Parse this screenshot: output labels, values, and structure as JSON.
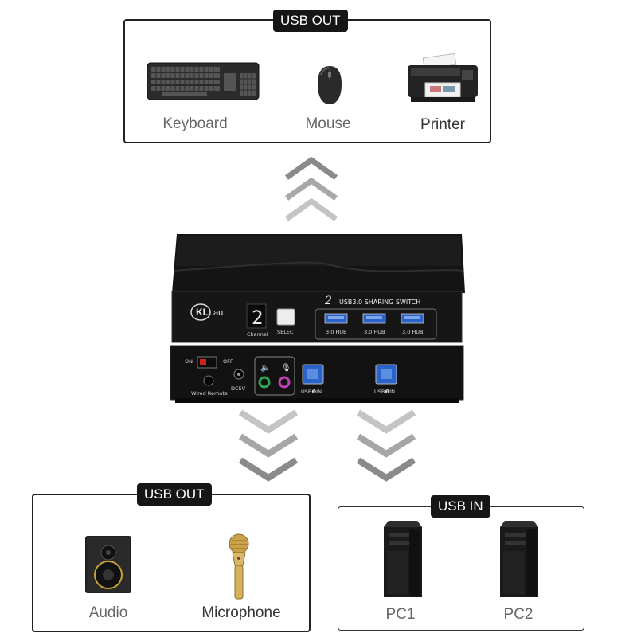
{
  "top_box": {
    "tag": "USB OUT",
    "items": [
      {
        "label": "Keyboard",
        "icon": "keyboard-icon"
      },
      {
        "label": "Mouse",
        "icon": "mouse-icon"
      },
      {
        "label": "Printer",
        "icon": "printer-icon"
      }
    ]
  },
  "bottom_left_box": {
    "tag": "USB OUT",
    "items": [
      {
        "label": "Audio",
        "icon": "speaker-icon"
      },
      {
        "label": "Microphone",
        "icon": "microphone-icon"
      }
    ]
  },
  "bottom_right_box": {
    "tag": "USB IN",
    "items": [
      {
        "label": "PC1",
        "icon": "pc-tower-icon"
      },
      {
        "label": "PC2",
        "icon": "pc-tower-icon"
      }
    ]
  },
  "device": {
    "brand": "KL",
    "brand_suffix": "au",
    "title": "USB3.0 SHARING SWITCH",
    "title_badge": "2",
    "channel_digit": "2",
    "channel_label": "Channel",
    "select_label": "SELECT",
    "hub_ports": [
      "3.0 HUB",
      "3.0 HUB",
      "3.0 HUB"
    ],
    "on_label": "ON",
    "off_label": "OFF",
    "wired_remote_label": "Wired Remote",
    "dc_label": "DC5V",
    "usb2_in_label": "USB❷IN",
    "usb1_in_label": "USB❶IN"
  },
  "colors": {
    "device_body": "#1c1c1c",
    "usb_blue": "#2a63c9",
    "audio_green": "#2fa84f",
    "mic_pink": "#c23fb5",
    "arrow_gray": "#9a9a9a"
  }
}
